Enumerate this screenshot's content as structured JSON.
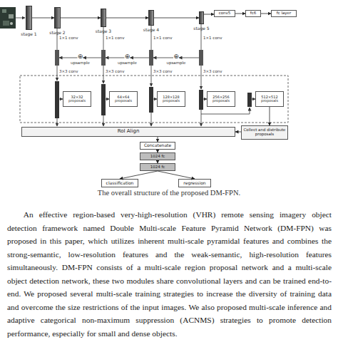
{
  "diagram": {
    "caption": "The overall structure of the proposed DM-FPN.",
    "nodes": [
      {
        "text": [
          "stage 1"
        ]
      },
      {
        "text": [
          "stage 2"
        ]
      },
      {
        "text": [
          "stage 3"
        ]
      },
      {
        "text": [
          "stage 4"
        ]
      },
      {
        "text": [
          "stage 5"
        ]
      },
      {
        "text": [
          "conv5"
        ]
      },
      {
        "text": [
          "fc6"
        ]
      },
      {
        "text": [
          "fc layer"
        ]
      },
      {
        "text": [
          "32×32 proposals"
        ]
      },
      {
        "text": [
          "64×64 proposals"
        ]
      },
      {
        "text": [
          "128×128 proposals"
        ]
      },
      {
        "text": [
          "256×256 proposals"
        ]
      },
      {
        "text": [
          "512×512 proposals"
        ]
      },
      {
        "text": [
          "RoI Align"
        ]
      },
      {
        "text": [
          "Collect and distribute proposals"
        ]
      },
      {
        "text": [
          "Concatenate"
        ]
      },
      {
        "text": [
          "1024 fc"
        ]
      },
      {
        "text": [
          "1024 fc"
        ]
      },
      {
        "text": [
          "classification"
        ]
      },
      {
        "text": [
          "regression"
        ]
      }
    ],
    "edges": [
      {
        "from": 0,
        "to": 1,
        "arrow": "to"
      },
      {
        "from": 1,
        "to": 2,
        "arrow": "to"
      },
      {
        "from": 2,
        "to": 3,
        "arrow": "to"
      },
      {
        "from": 3,
        "to": 4,
        "arrow": "to"
      },
      {
        "from": 4,
        "to": 5,
        "arrow": "to"
      },
      {
        "from": 5,
        "to": 6,
        "arrow": "to"
      },
      {
        "from": 6,
        "to": 7,
        "arrow": "to"
      },
      {
        "from": 12,
        "to": 14,
        "arrow": "to"
      },
      {
        "from": 14,
        "to": 13,
        "arrow": "to"
      },
      {
        "from": 13,
        "to": 15,
        "arrow": "to"
      },
      {
        "from": 15,
        "to": 16,
        "arrow": "to"
      },
      {
        "from": 16,
        "to": 17,
        "arrow": "to"
      },
      {
        "from": 17,
        "to": 18,
        "arrow": "to"
      },
      {
        "from": 17,
        "to": 19,
        "arrow": "to"
      }
    ],
    "labels": [
      "1×1 conv",
      "1×1 conv",
      "1×1 conv",
      "1×1 conv",
      "upsample",
      "upsample",
      "upsample",
      "⊕",
      "⊕",
      "⊕",
      "3×3 conv",
      "3×3 conv",
      "3×3 conv",
      "3×3 conv",
      "An effective region-based very-high-resolution (VHR) remote sensing imagery object detection framework named Double Multi-scale Feature Pyramid Network (DM-FPN) was proposed in this paper, which utilizes inherent multi-scale pyramidal features and combines the strong-semantic, low-resolution features and the weak-semantic, high-resolution features simultaneously. DM-FPN consists of a multi-scale region proposal network and a multi-scale object detection network, these two modules share convolutional layers and can be trained end-to-end. We proposed several multi-scale training strategies to increase the diversity of training data and overcome the size restrictions of the input images. We also proposed multi-scale inference and adaptive categorical non-maximum suppression (ACNMS) strategies to promote detection performance, especially for small and dense objects."
    ]
  }
}
